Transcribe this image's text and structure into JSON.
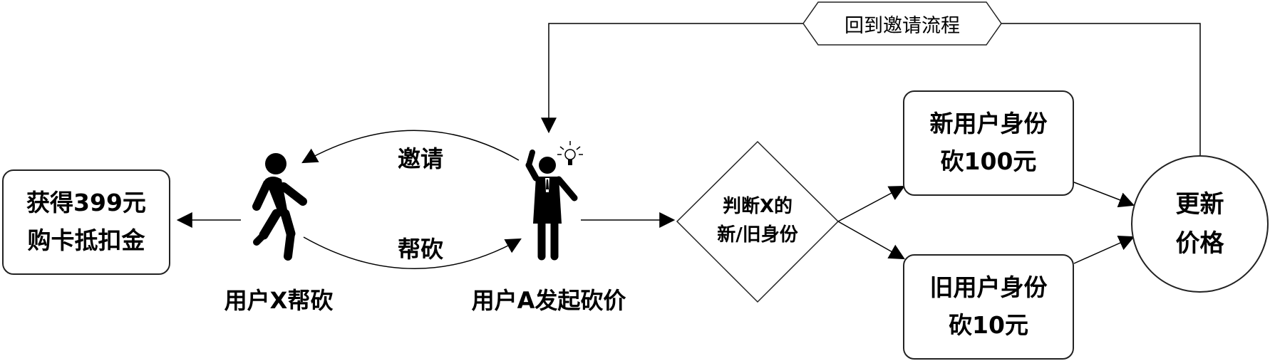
{
  "left_box": {
    "line1": "获得399元",
    "line2": "购卡抵扣金"
  },
  "user_x_label": "用户X帮砍",
  "user_a_label": "用户A发起砍价",
  "invite_label": "邀请",
  "help_cut_label": "帮砍",
  "decision": {
    "line1": "判断X的",
    "line2": "新/旧身份"
  },
  "new_user_box": {
    "line1": "新用户身份",
    "line2": "砍100元"
  },
  "old_user_box": {
    "line1": "旧用户身份",
    "line2": "砍10元"
  },
  "update_circle": {
    "line1": "更新",
    "line2": "价格"
  },
  "loop_label": "回到邀请流程"
}
